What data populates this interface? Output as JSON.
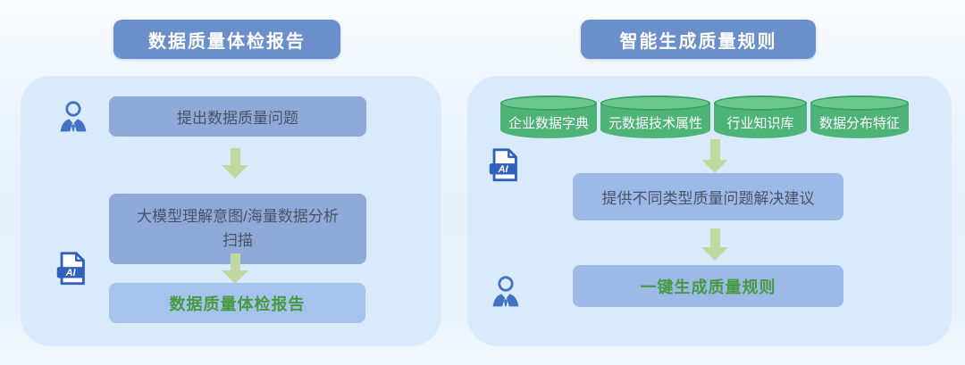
{
  "colors": {
    "header_bg": "#6b8fca",
    "panel_bg": "#d9eafb",
    "box_blue": "#8fa9d8",
    "box_blue_right": "#9cb9e7",
    "box_result": "#a6c3ee",
    "arrow_green": "#c0d9a0",
    "cyl_body": "#4db377",
    "cyl_top": "#6cc78e",
    "cyl_border": "#38a263",
    "green_text": "#479a41",
    "icon_blue": "#3062bd",
    "person_blue": "#4272c3",
    "text_dark": "#4a5364"
  },
  "icons": {
    "ai_label": "AI"
  },
  "left": {
    "title": "数据质量体检报告",
    "step1": "提出数据质量问题",
    "step2": "大模型理解意图/海量数据分析\n扫描",
    "result": "数据质量体检报告"
  },
  "right": {
    "title": "智能生成质量规则",
    "sources": [
      "企业数据字典",
      "元数据技术属性",
      "行业知识库",
      "数据分布特征"
    ],
    "step1": "提供不同类型质量问题解决建议",
    "result": "一键生成质量规则"
  }
}
